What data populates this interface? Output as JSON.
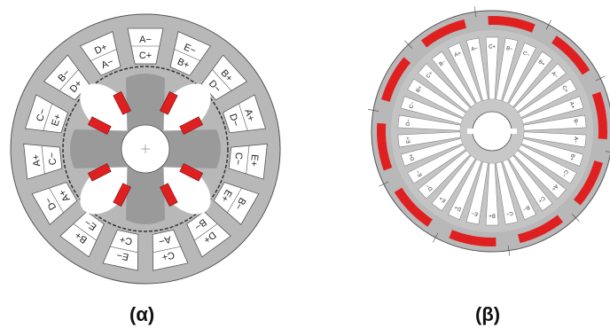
{
  "captions": {
    "left": "(α)",
    "right": "(β)"
  },
  "colors": {
    "steel": "#b8b8b8",
    "steel_dark": "#9a9a9a",
    "magnet": "#e02020",
    "slot": "#ffffff",
    "edge": "#555555"
  },
  "left_motor": {
    "slots": [
      {
        "top": "A−",
        "bottom": "C+"
      },
      {
        "top": "E−",
        "bottom": "B+"
      },
      {
        "top": "B+",
        "bottom": "D−"
      },
      {
        "top": "A+",
        "bottom": "D−"
      },
      {
        "top": "E+",
        "bottom": "C−"
      },
      {
        "top": "B−",
        "bottom": "E+"
      },
      {
        "top": "D+",
        "bottom": "B−"
      },
      {
        "top": "C+",
        "bottom": "A−"
      },
      {
        "top": "E−",
        "bottom": "C+"
      },
      {
        "top": "B+",
        "bottom": "E−"
      },
      {
        "top": "D−",
        "bottom": "A+"
      },
      {
        "top": "A+",
        "bottom": "C−"
      },
      {
        "top": "C−",
        "bottom": "E+"
      },
      {
        "top": "B−",
        "bottom": "D+"
      },
      {
        "top": "D+",
        "bottom": "A−"
      }
    ]
  },
  "right_motor": {
    "slot_labels": [
      "C+",
      "B−",
      "C−",
      "B+",
      "A−",
      "C+",
      "A+",
      "B−",
      "A−",
      "B+",
      "C−",
      "A+",
      "C+",
      "B−",
      "C−",
      "B+",
      "E−",
      "D+",
      "E+",
      "D−",
      "E−",
      "D+",
      "E+",
      "D−",
      "C−",
      "B+",
      "C+",
      "B−",
      "A+",
      "A−"
    ]
  }
}
